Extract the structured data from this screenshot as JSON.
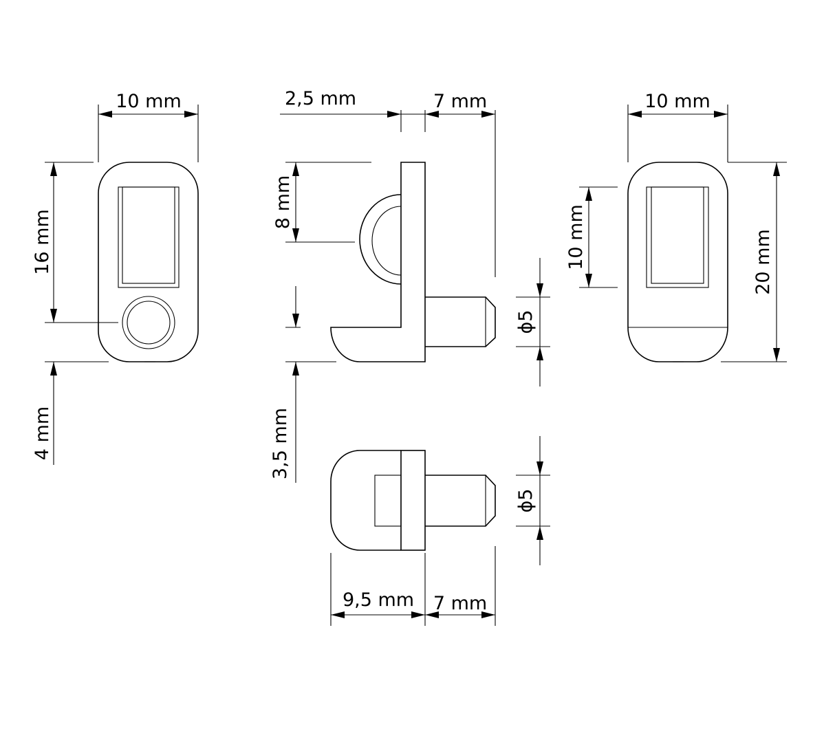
{
  "dimensions": {
    "front_width": "10 mm",
    "front_height": "16 mm",
    "front_offset": "4 mm",
    "side_flange": "2,5 mm",
    "side_pin_length": "7 mm",
    "side_upper": "8 mm",
    "side_lower": "3,5 mm",
    "side_pin_diameter": "ϕ5",
    "back_width": "10 mm",
    "back_inner_height": "10 mm",
    "back_height": "20 mm",
    "bottom_body": "9,5 mm",
    "bottom_pin_length": "7 mm",
    "bottom_pin_diameter": "ϕ5"
  },
  "colors": {
    "line": "#000000",
    "background": "#ffffff"
  }
}
